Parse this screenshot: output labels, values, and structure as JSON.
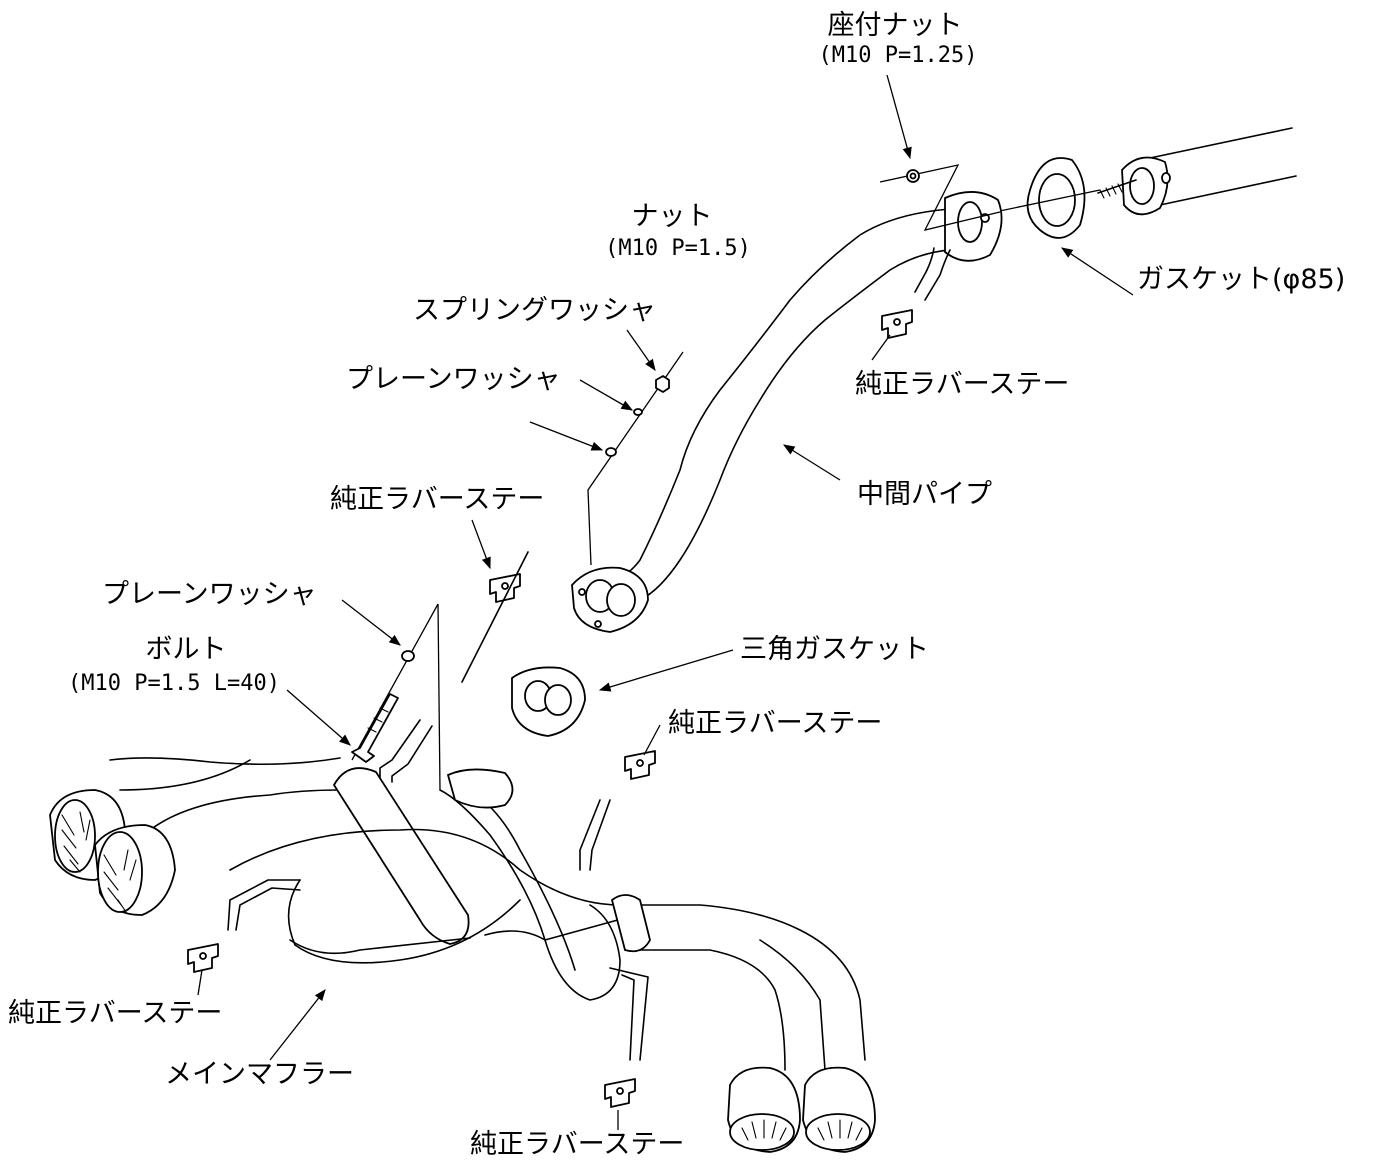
{
  "labels": {
    "flange_nut": "座付ナット",
    "flange_nut_spec": "(M10 P=1.25)",
    "nut": "ナット",
    "nut_spec": "(M10 P=1.5)",
    "spring_washer": "スプリングワッシャ",
    "plain_washer_1": "プレーンワッシャ",
    "gasket": "ガスケット(φ85)",
    "rubber_stay_1": "純正ラバーステー",
    "center_pipe": "中間パイプ",
    "rubber_stay_2": "純正ラバーステー",
    "plain_washer_2": "プレーンワッシャ",
    "bolt": "ボルト",
    "bolt_spec": "(M10 P=1.5 L=40)",
    "triangle_gasket": "三角ガスケット",
    "rubber_stay_3": "純正ラバーステー",
    "rubber_stay_4": "純正ラバーステー",
    "main_muffler": "メインマフラー",
    "rubber_stay_5": "純正ラバーステー"
  }
}
